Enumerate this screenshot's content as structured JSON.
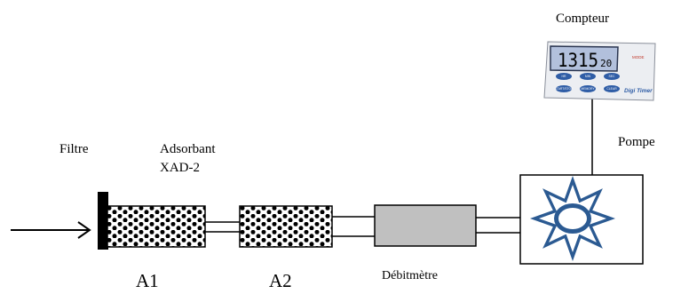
{
  "labels": {
    "compteur": "Compteur",
    "pompe": "Pompe",
    "filtre": "Filtre",
    "adsorbant": "Adsorbant",
    "xad2": "XAD-2",
    "a1": "A1",
    "a2": "A2",
    "debitmetre": "Débitmètre"
  },
  "timer": {
    "display": "1315",
    "display_small": "20",
    "brand": "Digi Timer",
    "mode": "MODE",
    "buttons": [
      "HR",
      "MIN",
      "SEC",
      "START/STOP",
      "MEMORY",
      "CLEAR"
    ]
  },
  "colors": {
    "line": "#000000",
    "filter_cap": "#000000",
    "flowmeter_fill": "#c0c0c0",
    "pump_star": "#2b5a92",
    "timer_body": "#eceef2",
    "timer_lcd": "#b2c0dc",
    "timer_button": "#2f5da6"
  }
}
